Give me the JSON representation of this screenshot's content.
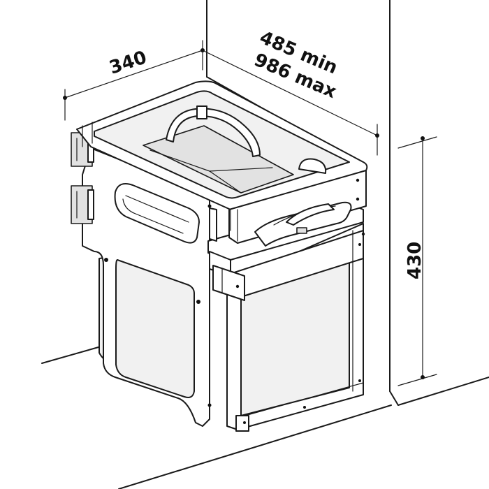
{
  "dimensions": {
    "width": "340",
    "depth_min": "485 min",
    "depth_max": "986 max",
    "height": "430"
  }
}
